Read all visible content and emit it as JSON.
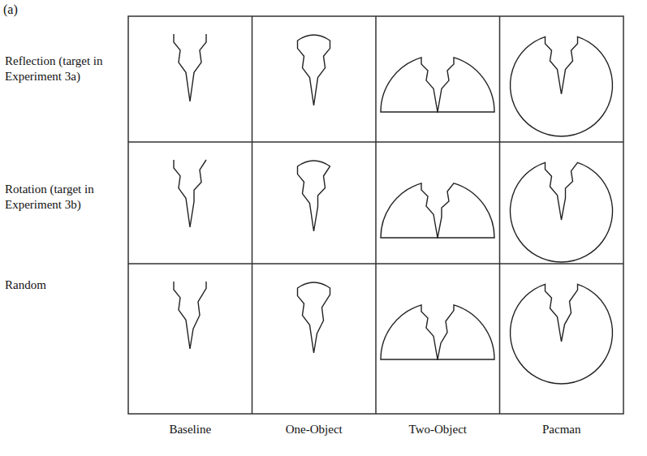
{
  "diagram": {
    "labels": [
      "(a)",
      "Reflection (target in Experiment 3a)",
      "Rotation (target in Experiment 3b)",
      "Random",
      "Baseline",
      "One-Object",
      "Two-Object",
      "Pacman"
    ]
  }
}
